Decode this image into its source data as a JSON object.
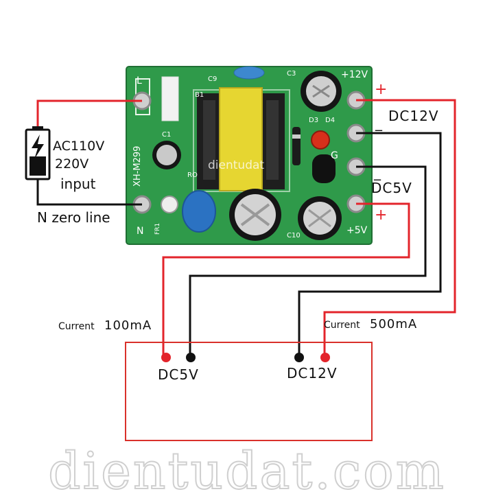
{
  "board": {
    "pin_l": "L",
    "pin_n": "N",
    "pin_12v": "+12V",
    "pin_g": "G",
    "pin_5v": "+5V",
    "model": "XH-M299",
    "silk_c9": "C9",
    "silk_c3": "C3",
    "silk_b1": "B1",
    "silk_c1": "C1",
    "silk_d3": "D3",
    "silk_d4": "D4",
    "silk_ro": "RO",
    "silk_fr1": "FR1",
    "silk_c10": "C10",
    "overlay_brand": "dientudat"
  },
  "source": {
    "voltage_1": "AC110V",
    "voltage_2": "220V",
    "input_label": "input",
    "neutral_label": "N zero line"
  },
  "outputs": {
    "dc12_plus": "+",
    "dc12_minus": "_",
    "dc12_label": "DC12V",
    "dc5_minus": "_",
    "dc5_label": "DC5V",
    "dc5_plus": "+"
  },
  "load": {
    "current_5v_word": "Current",
    "current_5v_value": "100mA",
    "current_12v_word": "Current",
    "current_12v_value": "500mA",
    "terminal_5v": "DC5V",
    "terminal_12v": "DC12V"
  },
  "watermark": "dientudat.com",
  "colors": {
    "wire_red": "#e3242b",
    "wire_black": "#111111",
    "pcb_green": "#2f9a4a",
    "load_box": "#d9302a"
  }
}
